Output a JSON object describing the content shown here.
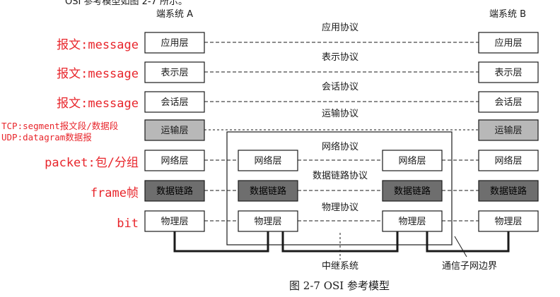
{
  "top_text": "OSI 参考模型如图 2-7 所示。",
  "end_system_a": "端系统 A",
  "end_system_b": "端系统 B",
  "layers": {
    "application": "应用层",
    "presentation": "表示层",
    "session": "会话层",
    "transport": "运输层",
    "network": "网络层",
    "datalink": "数据链路",
    "physical": "物理层"
  },
  "protocols": {
    "application": "应用协议",
    "presentation": "表示协议",
    "session": "会话协议",
    "transport": "运输协议",
    "network": "网络协议",
    "datalink": "数据链路协议",
    "physical": "物理协议"
  },
  "pdu_labels": {
    "application": "报文:message",
    "presentation": "报文:message",
    "session": "报文:message",
    "transport_tcp": "TCP:segment报文段/数据段",
    "transport_udp": "UDP:datagram数据报",
    "network": "packet:包/分组",
    "datalink": "frame帧",
    "physical": "bit"
  },
  "relay_system": "中继系统",
  "subnet_boundary": "通信子网边界",
  "caption": "图 2-7   OSI 参考模型",
  "colors": {
    "annotation": "#e8252b",
    "transport_fill": "#b8b8b8",
    "datalink_fill": "#6e6e6e"
  }
}
